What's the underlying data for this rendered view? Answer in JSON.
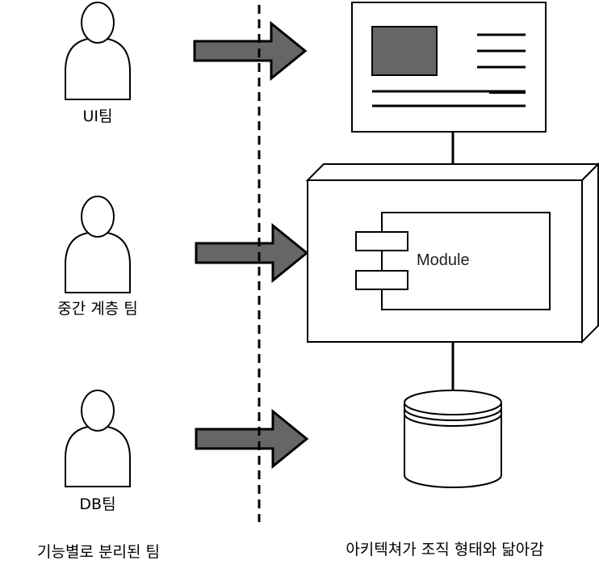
{
  "teams": [
    {
      "label": "UI팀"
    },
    {
      "label": "중간 계층 팀"
    },
    {
      "label": "DB팀"
    }
  ],
  "module": {
    "label": "Module"
  },
  "captions": {
    "left": "기능별로 분리된 팀",
    "right": "아키텍쳐가 조직 형태와 닮아감"
  },
  "colors": {
    "arrow_fill": "#666666",
    "ui_image_fill": "#666666",
    "stroke": "#000000",
    "background": "#ffffff"
  }
}
